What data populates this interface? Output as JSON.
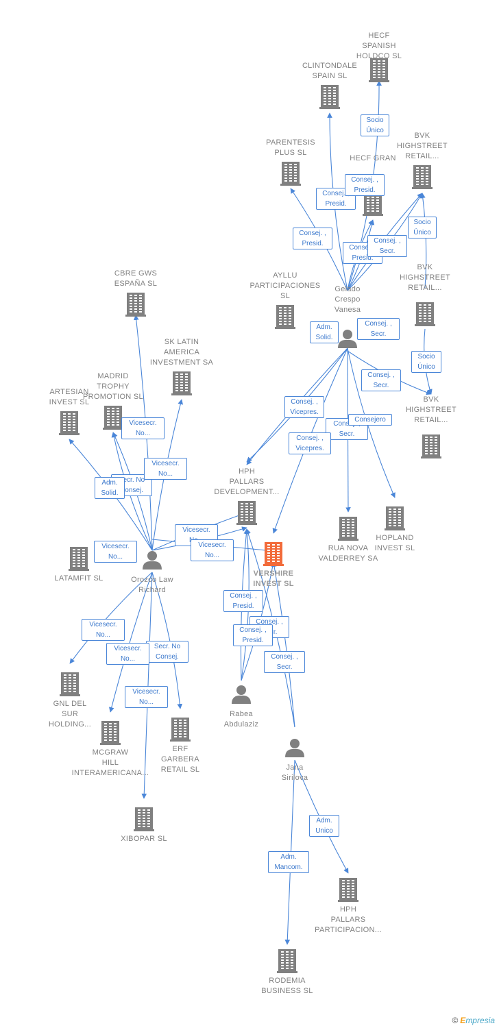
{
  "colors": {
    "edge": "#4a86d8",
    "building": "#808080",
    "building_main": "#f26b3a",
    "person": "#808080"
  },
  "watermark": {
    "copyright": "©",
    "e": "E",
    "rest": "mpresia"
  },
  "nodes": [
    {
      "id": "hecf_spanish",
      "type": "company",
      "label": "HECF\nSPANISH\nHOLDCO  SL",
      "icon": "building-icon"
    },
    {
      "id": "clintondale",
      "type": "company",
      "label": "CLINTONDALE\nSPAIN  SL",
      "icon": "building-icon"
    },
    {
      "id": "parentesis",
      "type": "company",
      "label": "PARENTESIS\nPLUS SL",
      "icon": "building-icon"
    },
    {
      "id": "hecf_gran",
      "type": "company",
      "label": "HECF GRAN",
      "icon": "building-icon"
    },
    {
      "id": "bvk1",
      "type": "company",
      "label": "BVK\nHIGHSTREET\nRETAIL...",
      "icon": "building-icon"
    },
    {
      "id": "bvk2",
      "type": "company",
      "label": "BVK\nHIGHSTREET\nRETAIL...",
      "icon": "building-icon"
    },
    {
      "id": "bvk3",
      "type": "company",
      "label": "BVK\nHIGHSTREET\nRETAIL...",
      "icon": "building-icon"
    },
    {
      "id": "ayllu",
      "type": "company",
      "label": "AYLLU\nPARTICIPACIONES\nSL",
      "icon": "building-icon"
    },
    {
      "id": "gelado",
      "type": "person",
      "label": "Gelado\nCrespo\nVanesa",
      "icon": "person-icon"
    },
    {
      "id": "cbre",
      "type": "company",
      "label": "CBRE GWS\nESPAÑA  SL",
      "icon": "building-icon"
    },
    {
      "id": "sk_latin",
      "type": "company",
      "label": "SK LATIN\nAMERICA\nINVESTMENT SA",
      "icon": "building-icon"
    },
    {
      "id": "madrid_trophy",
      "type": "company",
      "label": "MADRID\nTROPHY\nPROMOTION SL",
      "icon": "building-icon"
    },
    {
      "id": "artesian",
      "type": "company",
      "label": "ARTESIAN\nINVEST  SL",
      "icon": "building-icon"
    },
    {
      "id": "hph_dev",
      "type": "company",
      "label": "HPH\nPALLARS\nDEVELOPMENT...",
      "icon": "building-icon"
    },
    {
      "id": "rua_nova",
      "type": "company",
      "label": "RUA NOVA\nVALDERREY SA",
      "icon": "building-icon"
    },
    {
      "id": "hopland",
      "type": "company",
      "label": "HOPLAND\nINVEST  SL",
      "icon": "building-icon"
    },
    {
      "id": "vershire",
      "type": "main",
      "label": "VERSHIRE\nINVEST  SL",
      "icon": "building-icon"
    },
    {
      "id": "latamfit",
      "type": "company",
      "label": "LATAMFIT  SL",
      "icon": "building-icon"
    },
    {
      "id": "orozco",
      "type": "person",
      "label": "Orozco Law\nRichard",
      "icon": "person-icon"
    },
    {
      "id": "gnl",
      "type": "company",
      "label": "GNL DEL\nSUR\nHOLDING...",
      "icon": "building-icon"
    },
    {
      "id": "mcgraw",
      "type": "company",
      "label": "MCGRAW\nHILL\nINTERAMERICANA...",
      "icon": "building-icon"
    },
    {
      "id": "erf",
      "type": "company",
      "label": "ERF\nGARBERA\nRETAIL  SL",
      "icon": "building-icon"
    },
    {
      "id": "xibopar",
      "type": "company",
      "label": "XIBOPAR  SL",
      "icon": "building-icon"
    },
    {
      "id": "rabea",
      "type": "person",
      "label": "Rabea\nAbdulaziz",
      "icon": "person-icon"
    },
    {
      "id": "jana",
      "type": "person",
      "label": "Jana\nSirilova",
      "icon": "person-icon"
    },
    {
      "id": "hph_part",
      "type": "company",
      "label": "HPH\nPALLARS\nPARTICIPACION...",
      "icon": "building-icon"
    },
    {
      "id": "rodemia",
      "type": "company",
      "label": "RODEMIA\nBUSINESS  SL",
      "icon": "building-icon"
    }
  ],
  "badges": [
    {
      "id": "b1",
      "label": "Socio\nÚnico"
    },
    {
      "id": "b2",
      "label": "Consej. ,\nPresid."
    },
    {
      "id": "b3",
      "label": "Consej. ,\nPresid."
    },
    {
      "id": "b4",
      "label": "Consej. ,\nPresid."
    },
    {
      "id": "b5",
      "label": "Consej. ,\nPresid."
    },
    {
      "id": "b6",
      "label": "Consej. ,\nSecr."
    },
    {
      "id": "b7",
      "label": "Socio\nÚnico"
    },
    {
      "id": "b8",
      "label": "Adm.\nSolid."
    },
    {
      "id": "b9",
      "label": "Consej. ,\nSecr."
    },
    {
      "id": "b10",
      "label": "Consej. ,\nSecr."
    },
    {
      "id": "b11",
      "label": "Socio\nÚnico"
    },
    {
      "id": "b12",
      "label": "Consej. ,\nVicepres."
    },
    {
      "id": "b13",
      "label": "Consej. ,\nSecr."
    },
    {
      "id": "b14",
      "label": "Consejero"
    },
    {
      "id": "b15",
      "label": "Consej. ,\nVicepres."
    },
    {
      "id": "b16",
      "label": "Vicesecr.\nNo..."
    },
    {
      "id": "b17",
      "label": "Secr.  No\nConsej."
    },
    {
      "id": "b18",
      "label": "Vicesecr.\nNo..."
    },
    {
      "id": "b19",
      "label": "Adm.\nSolid."
    },
    {
      "id": "b20",
      "label": "Vicesecr.\nNo..."
    },
    {
      "id": "b21",
      "label": "Vicesecr.\nNo..."
    },
    {
      "id": "b22",
      "label": "Vicesecr.\nNo..."
    },
    {
      "id": "b23",
      "label": "Vicesecr.\nNo..."
    },
    {
      "id": "b24",
      "label": "Secr.  No\nConsej."
    },
    {
      "id": "b25",
      "label": "Vicesecr.\nNo..."
    },
    {
      "id": "b26",
      "label": "Vicesecr.\nNo..."
    },
    {
      "id": "b27",
      "label": "Consej. ,\nPresid."
    },
    {
      "id": "b28",
      "label": "Consej. ,\nSecr."
    },
    {
      "id": "b29",
      "label": "Consej. ,\nPresid."
    },
    {
      "id": "b30",
      "label": "Consej. ,\nSecr."
    },
    {
      "id": "b31",
      "label": "Adm.\nUnico"
    },
    {
      "id": "b32",
      "label": "Adm.\nMancom."
    }
  ]
}
